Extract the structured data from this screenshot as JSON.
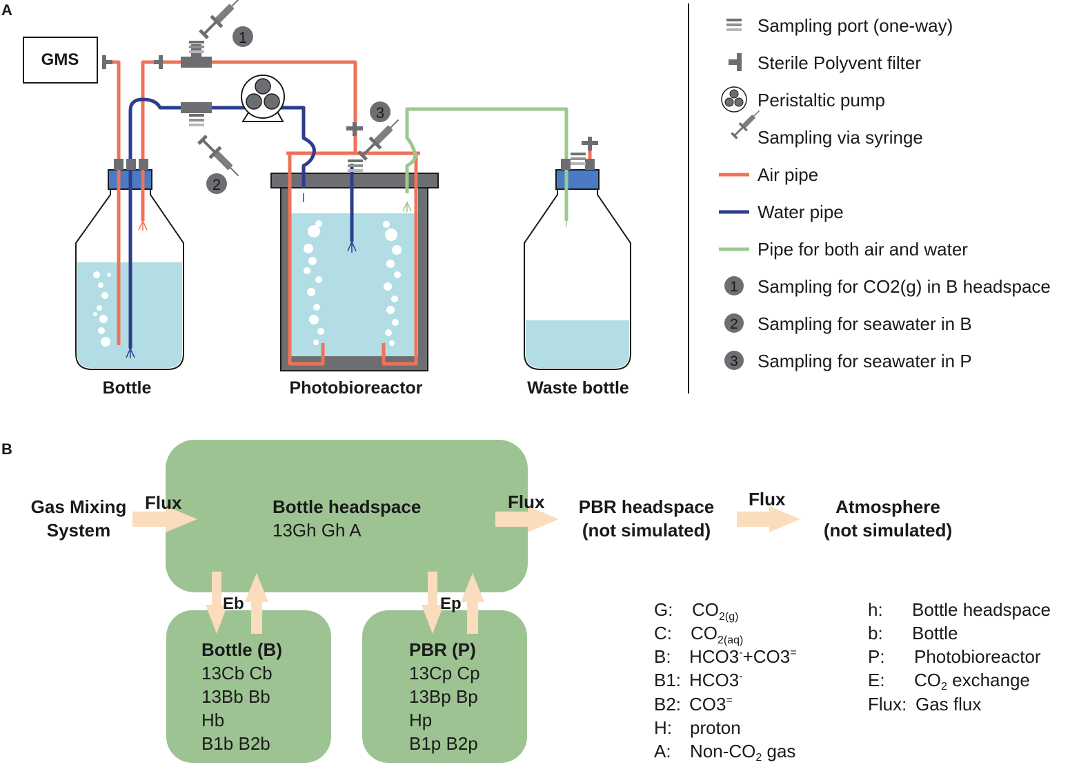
{
  "panel_a": {
    "label": "A",
    "gms": "GMS",
    "marker_1": "1",
    "marker_2": "2",
    "marker_3": "3",
    "bottle_label": "Bottle",
    "pbr_label": "Photobioreactor",
    "waste_label": "Waste bottle",
    "legend": [
      {
        "icon": "sampling-port-icon",
        "text": "Sampling port (one-way)"
      },
      {
        "icon": "filter-icon",
        "text": "Sterile Polyvent filter"
      },
      {
        "icon": "pump-icon",
        "text": "Peristaltic pump"
      },
      {
        "icon": "syringe-icon",
        "text": "Sampling via syringe"
      },
      {
        "icon": "air-pipe-icon",
        "text": "Air pipe"
      },
      {
        "icon": "water-pipe-icon",
        "text": "Water pipe"
      },
      {
        "icon": "mixed-pipe-icon",
        "text": "Pipe for both air and water"
      },
      {
        "icon": "marker-1-icon",
        "num": "1",
        "text": "Sampling for CO2(g) in B headspace"
      },
      {
        "icon": "marker-2-icon",
        "num": "2",
        "text": "Sampling for seawater in B"
      },
      {
        "icon": "marker-3-icon",
        "num": "3",
        "text": "Sampling for seawater in P"
      }
    ],
    "colors": {
      "air": "#ee7358",
      "water": "#2c3d8f",
      "mixed": "#9bc88f",
      "liquid": "#b2dde4",
      "cap": "#4a7bc4",
      "gray": "#6d6e71"
    }
  },
  "panel_b": {
    "label": "B",
    "gms_line1": "Gas Mixing",
    "gms_line2": "System",
    "flux1": "Flux",
    "flux2": "Flux",
    "flux3": "Flux",
    "headspace_title": "Bottle headspace",
    "headspace_vars": "13Gh Gh A",
    "pbr_hs_line1": "PBR headspace",
    "pbr_hs_line2": "(not simulated)",
    "atm_line1": "Atmosphere",
    "atm_line2": "(not simulated)",
    "eb": "Eb",
    "ep": "Ep",
    "bottle_title": "Bottle (B)",
    "bottle_vars": [
      "13Cb Cb",
      "13Bb Bb",
      "Hb",
      "B1b B2b"
    ],
    "pbr_title": "PBR (P)",
    "pbr_vars": [
      "13Cp Cp",
      "13Bp Bp",
      "Hp",
      "B1p B2p"
    ],
    "key_left": {
      "g_key": "G:",
      "g_main": "CO",
      "g_sub": "2(g)",
      "c_key": "C:",
      "c_main": "CO",
      "c_sub": "2(aq)",
      "b_key": "B:",
      "b_a": "HCO3",
      "b_sup1": "-",
      "b_b": "+CO3",
      "b_sup2": "=",
      "b1_key": "B1:",
      "b1_main": "HCO3",
      "b1_sup": "-",
      "b2_key": "B2:",
      "b2_main": "CO3",
      "b2_sup": "=",
      "h_key": "H:",
      "h_val": "proton",
      "a_key": "A:",
      "a_pre": "Non-CO",
      "a_sub": "2",
      "a_post": " gas"
    },
    "key_right": {
      "h_key": "h:",
      "h_val": "Bottle headspace",
      "b_key": "b:",
      "b_val": "Bottle",
      "p_key": "P:",
      "p_val": "Photobioreactor",
      "e_key": "E:",
      "e_pre": "CO",
      "e_sub": "2",
      "e_post": " exchange",
      "flux_key": "Flux:",
      "flux_val": "Gas flux"
    },
    "colors": {
      "box": "#9dc393",
      "arrow": "#fbdcbd"
    }
  }
}
